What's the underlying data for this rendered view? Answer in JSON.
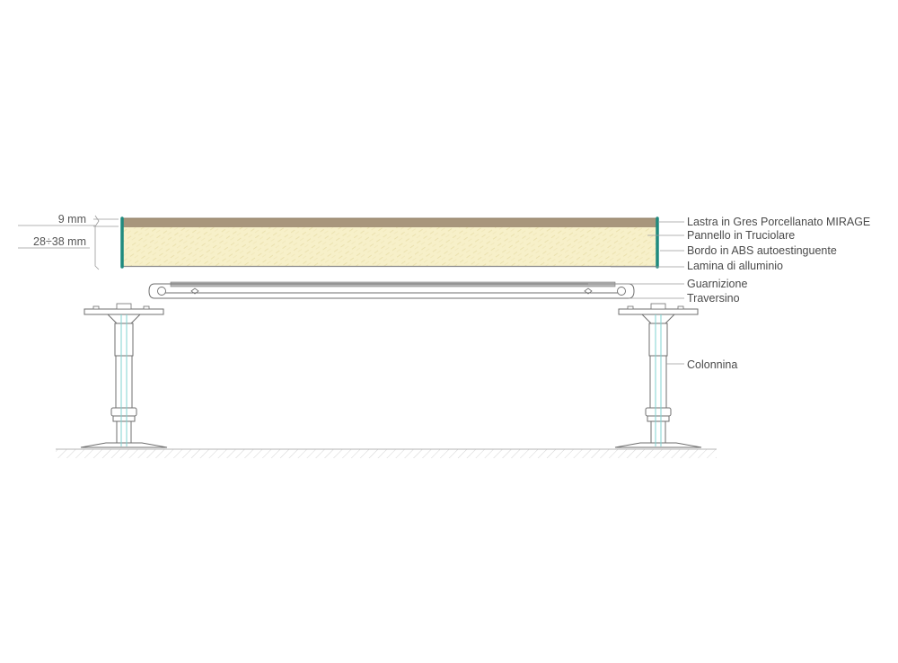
{
  "dimensions": {
    "tile_thickness": "9 mm",
    "panel_thickness": "28÷38 mm"
  },
  "labels": {
    "tile": "Lastra in Gres Porcellanato MIRAGE",
    "panel": "Pannello in Truciolare",
    "edge": "Bordo in ABS autoestinguente",
    "foil": "Lamina di alluminio",
    "gasket": "Guarnizione",
    "crossbar": "Traversino",
    "pedestal": "Colonnina"
  },
  "colors": {
    "tile": "#a8967c",
    "panel": "#f7f0c9",
    "edge": "#1f8a7e",
    "line": "#6f6f6f",
    "pedestal_accent": "#7fd3d0"
  }
}
